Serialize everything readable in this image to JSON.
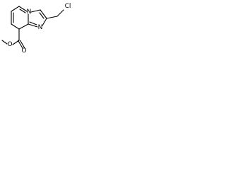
{
  "molecule": {
    "atoms": {
      "ring_nitrogen": "N",
      "imine_nitrogen": "N",
      "chlorine": "Cl",
      "carbonyl_oxygen": "O",
      "ester_oxygen": "O"
    }
  },
  "colors": {
    "bond": "#000000",
    "label": "#000000",
    "background": "#ffffff"
  }
}
